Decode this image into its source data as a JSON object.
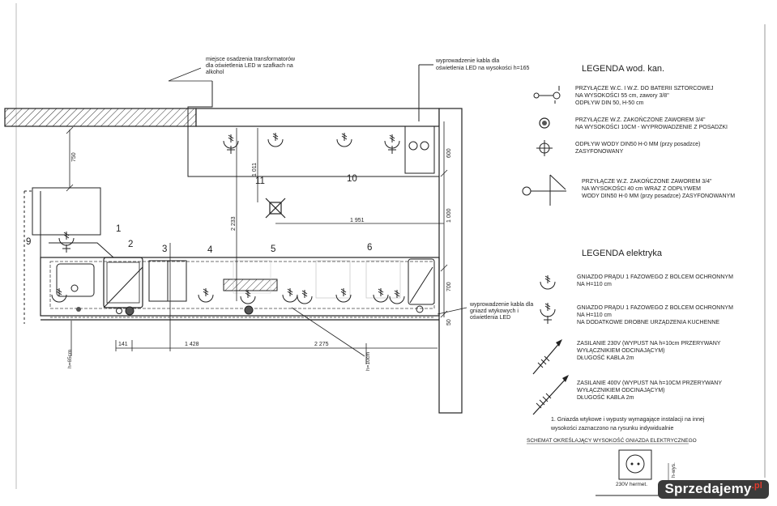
{
  "annotations": {
    "transformer_note": [
      "miejsce osadzenia transformatorów",
      "dla oświetlenia LED w szafkach na",
      "alkohol"
    ],
    "cable_note_top": [
      "wyprowadzenie kabla dla",
      "oświetlenia LED na wysokości h=165"
    ],
    "cable_note_right": [
      "wyprowadzenie kabla dla",
      "gniazd wtykowych i",
      "oświetlenia LED"
    ]
  },
  "dimensions": {
    "d750": "750",
    "d1011": "1 011",
    "d2233": "2 233",
    "d1951": "1 951",
    "d600": "600",
    "d1000": "1 000",
    "d700": "700",
    "d50": "50",
    "d141": "141",
    "d1428": "1 428",
    "d2275": "2 275",
    "h_left": "h=65cm",
    "h_mid": "h=10cm"
  },
  "zone_numbers": {
    "n1": "1",
    "n2": "2",
    "n3": "3",
    "n4": "4",
    "n5": "5",
    "n6": "6",
    "n9": "9",
    "n10": "10",
    "n11": "11"
  },
  "legend_water": {
    "title": "LEGENDA wod. kan.",
    "items": [
      {
        "lines": [
          "PRZYŁĄCZE W.C. I W.Z. DO BATERII SZTORCOWEJ",
          "NA WYSOKOŚCI 55 cm, zawory 3/8\"",
          "ODPŁYW DIN 50, H-50 cm"
        ],
        "icon": "battery-connection-icon"
      },
      {
        "lines": [
          "PRZYŁĄCZE W.Z. ZAKOŃCZONE ZAWOREM 3/4\"",
          "NA WYSOKOŚCI 10CM - WYPROWADZENIE Z POSADZKI"
        ],
        "icon": "valve-floor-icon"
      },
      {
        "lines": [
          "ODPŁYW WODY DIN50 H-0 MM (przy posadzce)",
          "ZASYFONOWANY"
        ],
        "icon": "drain-icon"
      },
      {
        "lines": [
          "PRZYŁĄCZE W.Z. ZAKOŃCZONE ZAWOREM 3/4\"",
          "NA WYSOKOŚCI 40 cm WRAZ Z ODPŁYWEM",
          "WODY DIN50 H-0 MM (przy posadzce) ZASYFONOWANYM"
        ],
        "icon": "valve-drain-icon"
      }
    ]
  },
  "legend_electric": {
    "title": "LEGENDA elektryka",
    "items": [
      {
        "lines": [
          "GNIAZDO PRĄDU 1 FAZOWEGO Z BOLCEM OCHRONNYM",
          "NA H=110 cm"
        ],
        "icon": "socket-icon"
      },
      {
        "lines": [
          "GNIAZDO PRĄDU 1 FAZOWEGO Z BOLCEM OCHRONNYM",
          "NA H=110 cm",
          "NA DODATKOWE DROBNE URZĄDZENIA KUCHENNE"
        ],
        "icon": "socket-small-appliance-icon"
      },
      {
        "lines": [
          "ZASILANIE 230V (WYPUST  NA h=10cm PRZERYWANY",
          "WYŁĄCZNIKIEM ODCINAJĄCYM)",
          "DŁUGOŚĆ KABLA 2m"
        ],
        "icon": "power-230v-icon"
      },
      {
        "lines": [
          "ZASILANIE 400V (WYPUST NA h=10CM PRZERYWANY",
          "WYŁĄCZNIKIEM ODCINAJĄCYM)",
          "DŁUGOŚĆ KABLA 2m"
        ],
        "icon": "power-400v-icon"
      }
    ]
  },
  "footnote": [
    "1. Gniazda wtykowe i wypusty wymagające instalacji na innej",
    "wysokości zaznaczono na rysunku indywidualnie"
  ],
  "scheme": {
    "title": "SCHEMAT OKREŚLAJĄCY WYSOKOŚĆ GNIAZDA ELEKTRYCZNEGO",
    "label": "230V hermet.",
    "height_label": "h-wys."
  },
  "watermark": {
    "brand": "Sprzedajemy",
    "tld": ".pl"
  }
}
